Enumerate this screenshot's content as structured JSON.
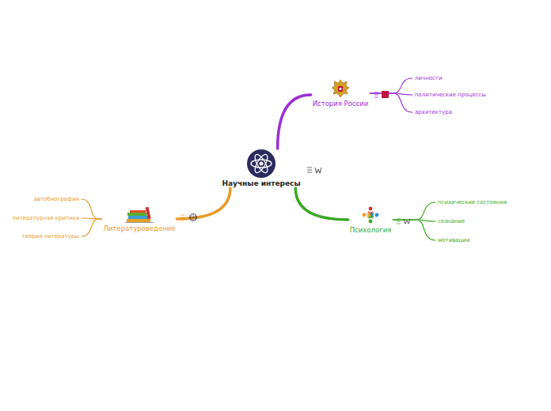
{
  "diagram": {
    "nodes": [
      {
        "text": [
          "Научные интересы"
        ]
      },
      {
        "text": [
          "История России"
        ]
      },
      {
        "text": [
          "личности"
        ]
      },
      {
        "text": [
          "политические процессы"
        ]
      },
      {
        "text": [
          "архитектура"
        ]
      },
      {
        "text": [
          "Психология"
        ]
      },
      {
        "text": [
          "психические состояния"
        ]
      },
      {
        "text": [
          "сознание"
        ]
      },
      {
        "text": [
          "мотивации"
        ]
      },
      {
        "text": [
          "Литературоведение"
        ]
      },
      {
        "text": [
          "автобиографии"
        ]
      },
      {
        "text": [
          "литературная критика"
        ]
      },
      {
        "text": [
          "теория литературы"
        ]
      }
    ],
    "edges": [
      {
        "from": 0,
        "to": 1,
        "arrow": "none"
      },
      {
        "from": 1,
        "to": 2,
        "arrow": "none"
      },
      {
        "from": 1,
        "to": 3,
        "arrow": "none"
      },
      {
        "from": 1,
        "to": 4,
        "arrow": "none"
      },
      {
        "from": 0,
        "to": 5,
        "arrow": "none"
      },
      {
        "from": 5,
        "to": 6,
        "arrow": "none"
      },
      {
        "from": 5,
        "to": 7,
        "arrow": "none"
      },
      {
        "from": 5,
        "to": 8,
        "arrow": "none"
      },
      {
        "from": 0,
        "to": 9,
        "arrow": "none"
      },
      {
        "from": 9,
        "to": 10,
        "arrow": "none"
      },
      {
        "from": 9,
        "to": 11,
        "arrow": "none"
      },
      {
        "from": 9,
        "to": 12,
        "arrow": "none"
      }
    ]
  }
}
